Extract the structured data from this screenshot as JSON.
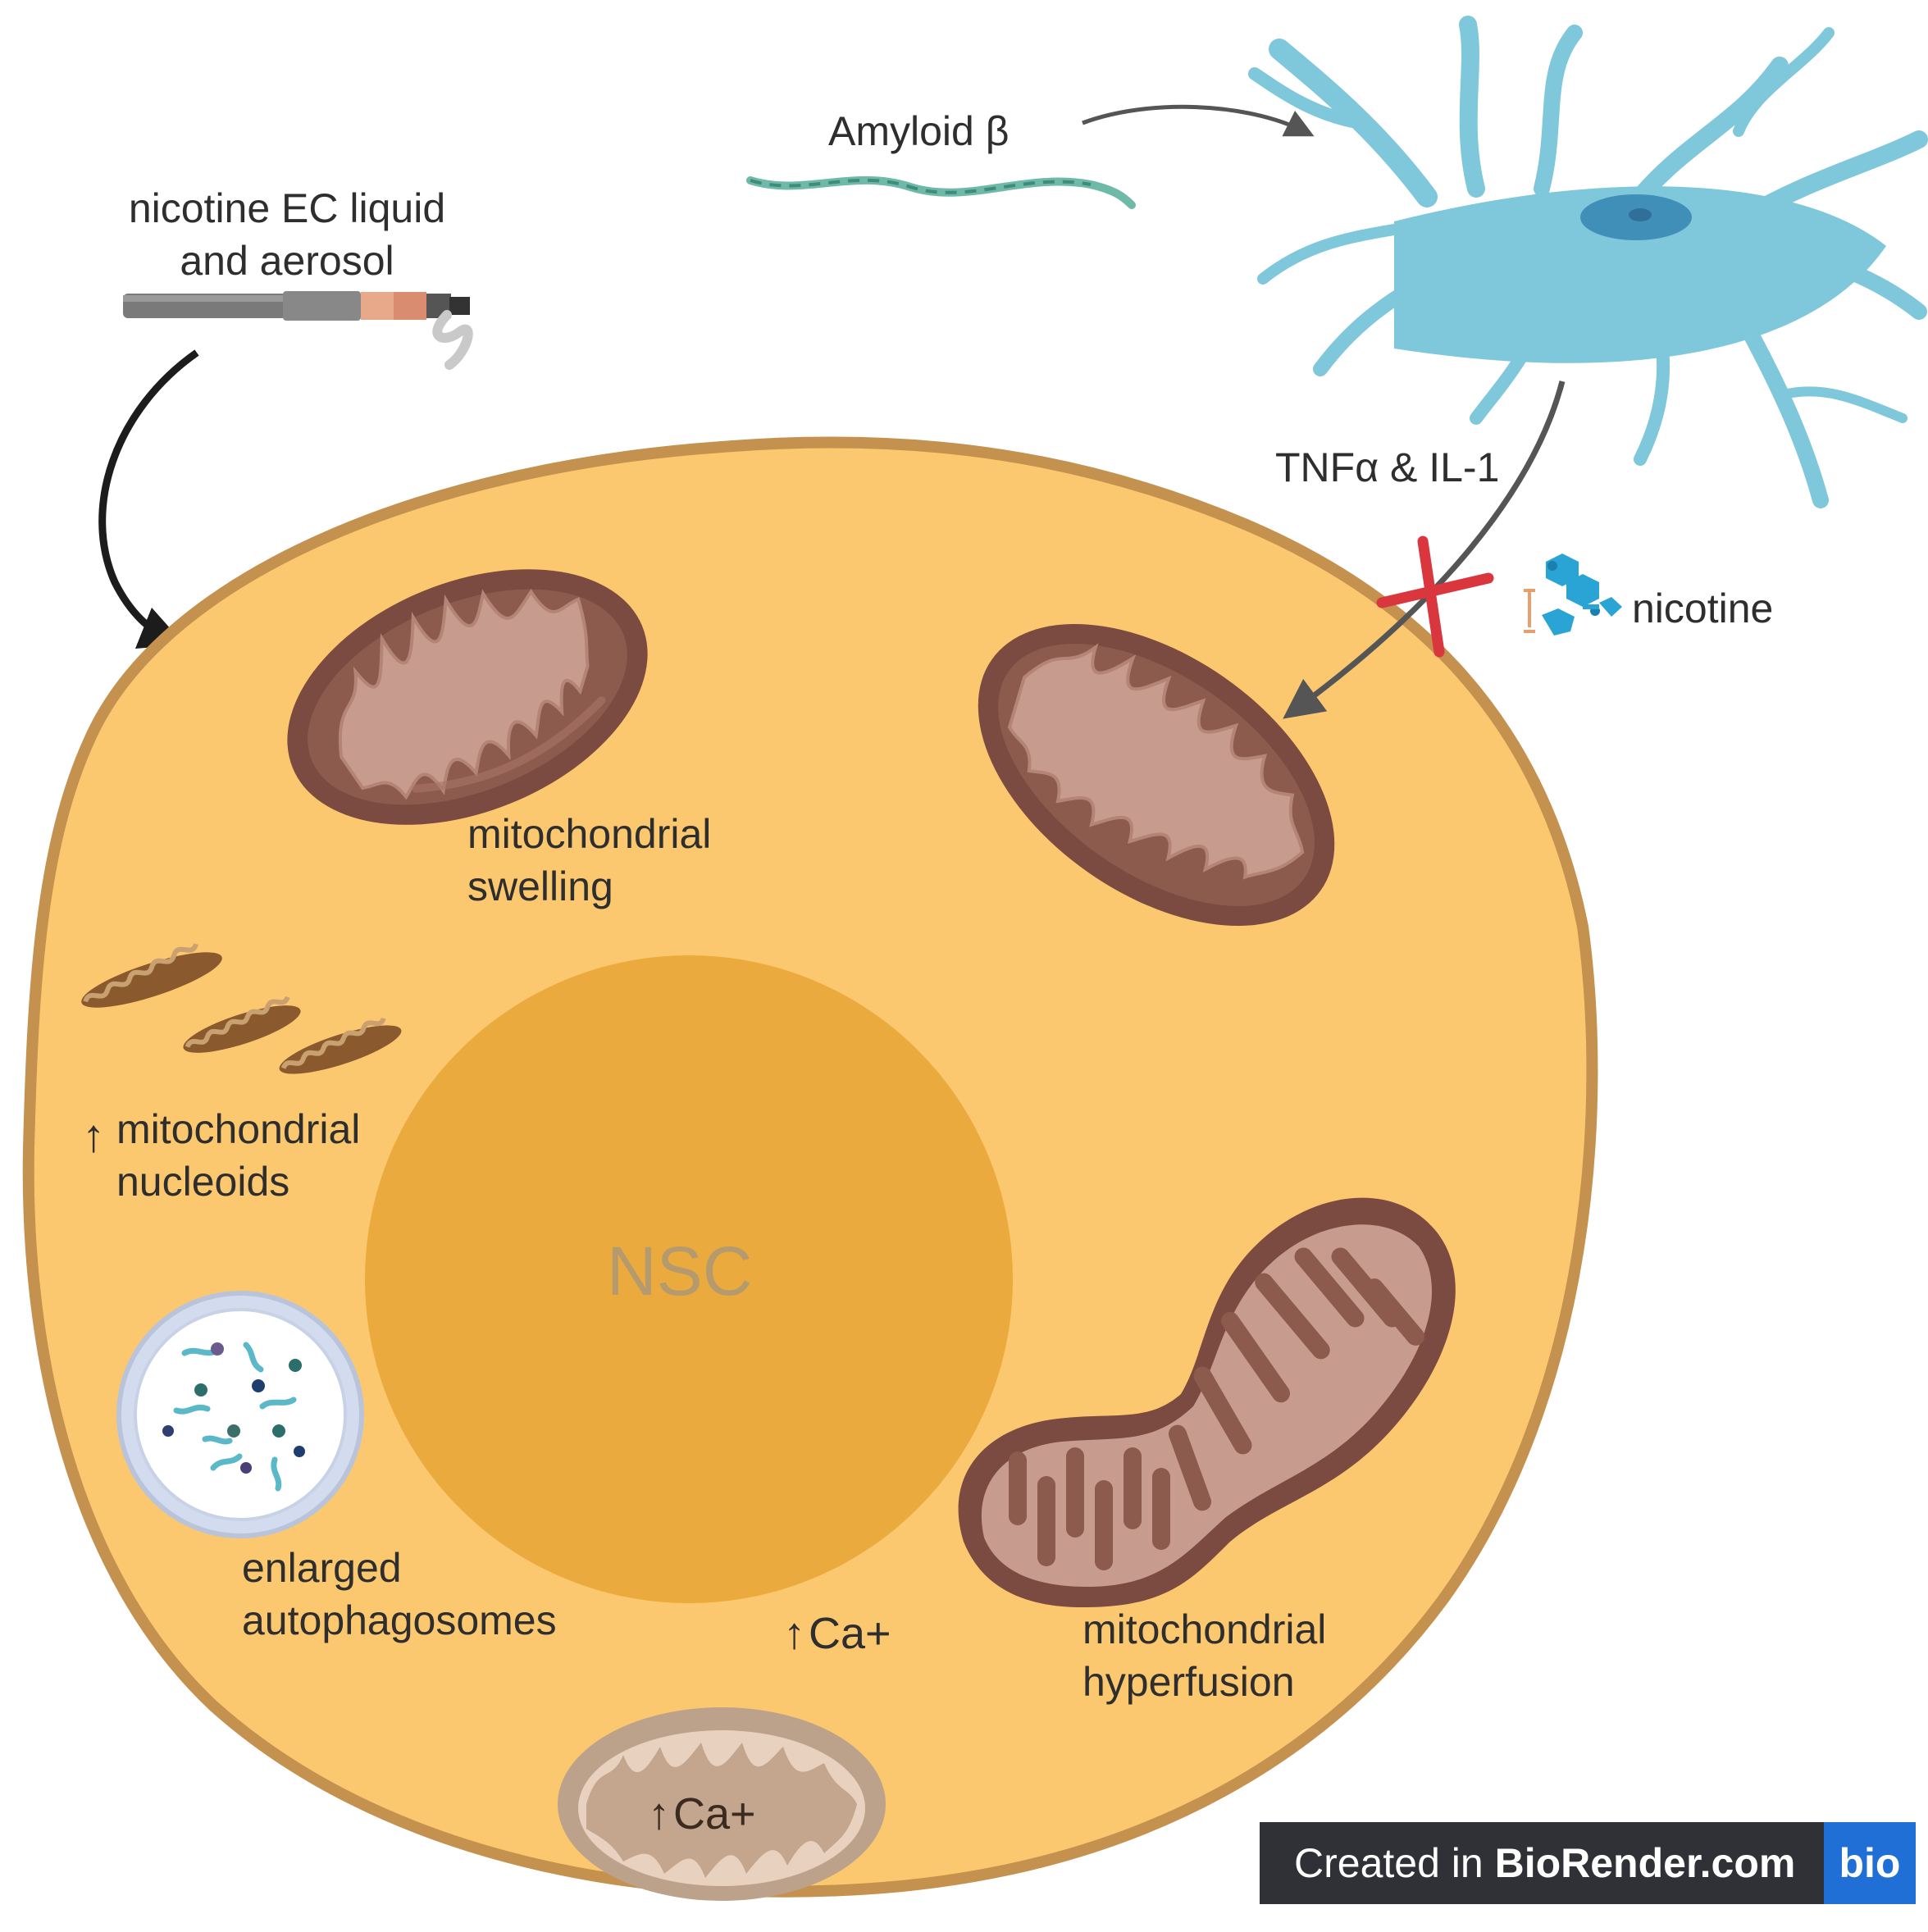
{
  "labels": {
    "amyloid": "Amyloid β",
    "ec_line1": "nicotine EC liquid",
    "ec_line2": "and aerosol",
    "tnf": "TNFα & IL-1",
    "nicotine": "nicotine",
    "swelling_line1": "mitochondrial",
    "swelling_line2": "swelling",
    "nucleoids_line1": "mitochondrial",
    "nucleoids_line2": "nucleoids",
    "nsc": "NSC",
    "autophago_line1": "enlarged",
    "autophago_line2": "autophagosomes",
    "ca_cell": "Ca+",
    "ca_mito": "Ca+",
    "hyperfusion_line1": "mitochondrial",
    "hyperfusion_line2": "hyperfusion",
    "up_arrow": "↑"
  },
  "badge": {
    "prefix": "Created in ",
    "brand": "BioRender.com",
    "logo": "bio"
  },
  "colors": {
    "cytoplasm": "#fcc86f",
    "membrane": "#c4914e",
    "nucleus": "#eaaa3e",
    "mito_outer": "#7b4a40",
    "mito_inner": "#c79c8e",
    "neuron": "#7fc7da",
    "neuron_nucleus": "#3f8fb8",
    "inhibit_x": "#d9363e",
    "nicotine_molecule": "#2aa4d4"
  },
  "icons": [
    "e-cigarette-icon",
    "neuron-icon",
    "amyloid-fiber-icon",
    "nicotine-molecule-icon",
    "inhibition-x-icon",
    "mitochondrion-icon",
    "autophagosome-icon",
    "nucleoid-icon",
    "up-arrow-icon"
  ]
}
